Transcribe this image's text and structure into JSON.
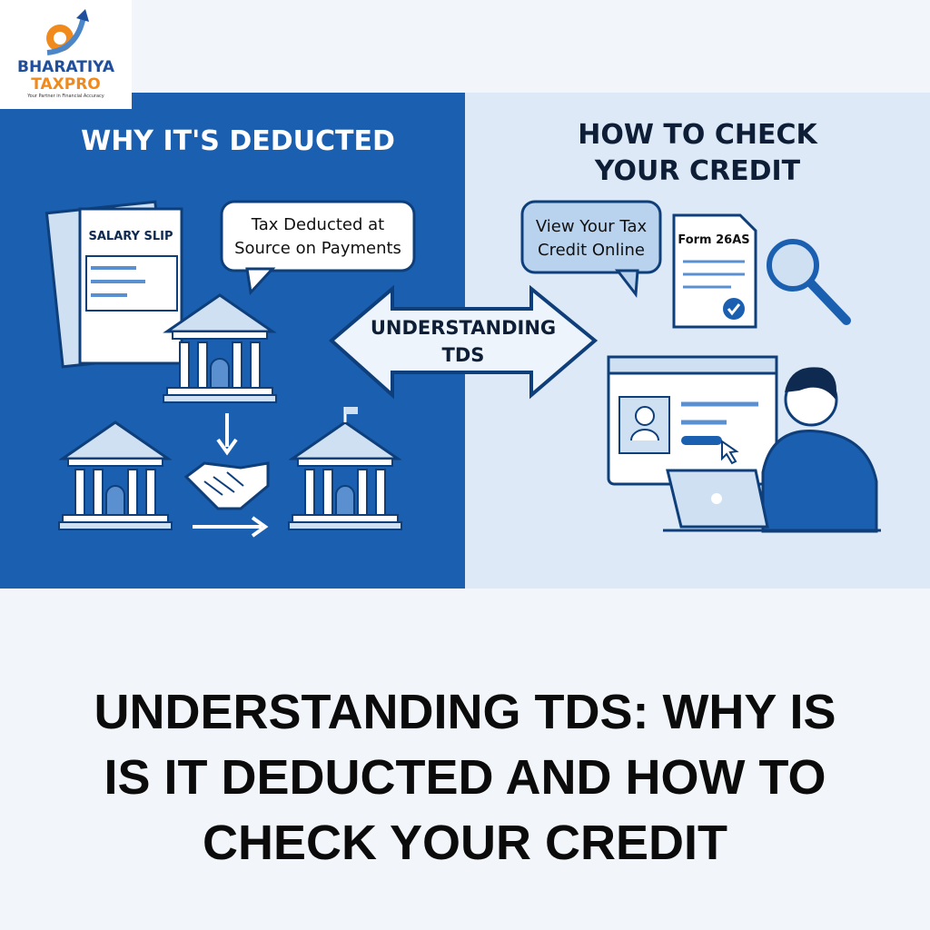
{
  "logo": {
    "line1": "BHARATIYA",
    "line2": "TAXPRO",
    "tagline": "Your Partner in Financial Accuracy"
  },
  "left_panel": {
    "heading": "WHY IT'S DEDUCTED",
    "salary_slip": "SALARY SLIP",
    "bubble_line1": "Tax Deducted at",
    "bubble_line2": "Source on Payments"
  },
  "center_arrow": {
    "line1": "UNDERSTANDING",
    "line2": "TDS"
  },
  "right_panel": {
    "heading_line1": "HOW TO CHECK",
    "heading_line2": "YOUR CREDIT",
    "bubble_line1": "View Your Tax",
    "bubble_line2": "Credit Online",
    "form_label": "Form 26AS"
  },
  "title": {
    "line1": "UNDERSTANDING TDS: WHY IS",
    "line2": "IS IT DEDUCTED AND HOW TO",
    "line3": "CHECK YOUR CREDIT"
  },
  "colors": {
    "blue": "#1b5fb0",
    "light_blue": "#dde9f6",
    "orange": "#f08a1c"
  }
}
